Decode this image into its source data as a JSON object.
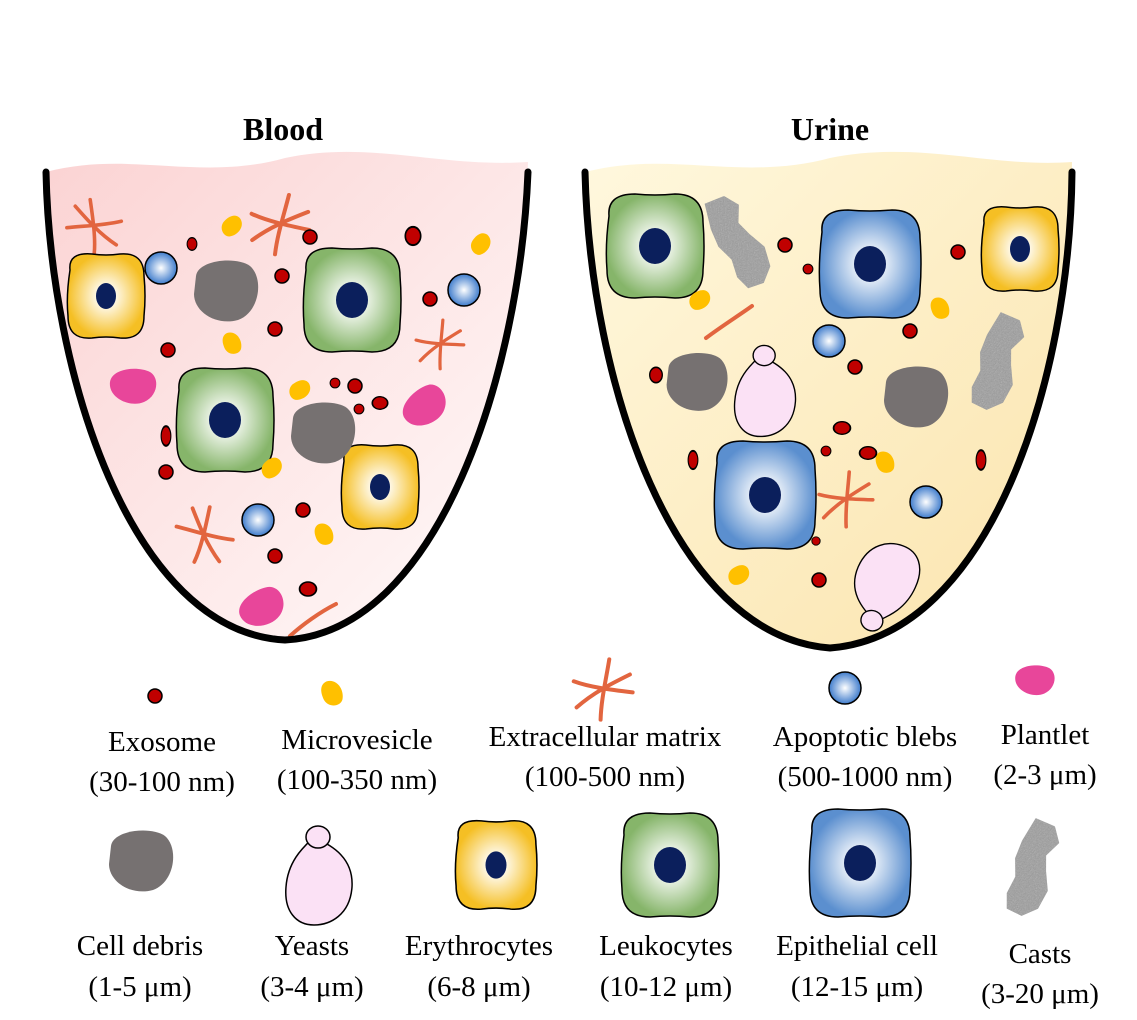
{
  "containers": {
    "blood": {
      "title": "Blood"
    },
    "urine": {
      "title": "Urine"
    }
  },
  "legend": [
    {
      "key": "exosome",
      "name": "Exosome",
      "size": "(30-100 nm)"
    },
    {
      "key": "microvesicle",
      "name": "Microvesicle",
      "size": "(100-350 nm)"
    },
    {
      "key": "ecm",
      "name": "Extracellular matrix",
      "size": "(100-500 nm)"
    },
    {
      "key": "blebs",
      "name": "Apoptotic blebs",
      "size": "(500-1000 nm)"
    },
    {
      "key": "plantlet",
      "name": "Plantlet",
      "size": "(2-3 μm)"
    },
    {
      "key": "debris",
      "name": "Cell debris",
      "size": "(1-5 μm)"
    },
    {
      "key": "yeasts",
      "name": "Yeasts",
      "size": "(3-4 μm)"
    },
    {
      "key": "erythrocytes",
      "name": "Erythrocytes",
      "size": "(6-8 μm)"
    },
    {
      "key": "leukocytes",
      "name": "Leukocytes",
      "size": "(10-12 μm)"
    },
    {
      "key": "epithelial",
      "name": "Epithelial cell",
      "size": "(12-15 μm)"
    },
    {
      "key": "casts",
      "name": "Casts",
      "size": "(3-20 μm)"
    }
  ],
  "colors": {
    "exosome": "#c00000",
    "microvesicle": "#ffc000",
    "ecm": "#e06040",
    "bleb": "#4f86d0",
    "plantlet": "#e8469a",
    "debris": "#767171",
    "yeast": "#fbe1f5",
    "erythrocyte": "#f7c843",
    "leukocyte": "#8fbe74",
    "epithelial": "#6a9ad2",
    "nucleus": "#0b1f5c",
    "cast": "#9a9a9a",
    "blood_fill": "#fbd0d0",
    "urine_fill": "#fbe6b0"
  }
}
